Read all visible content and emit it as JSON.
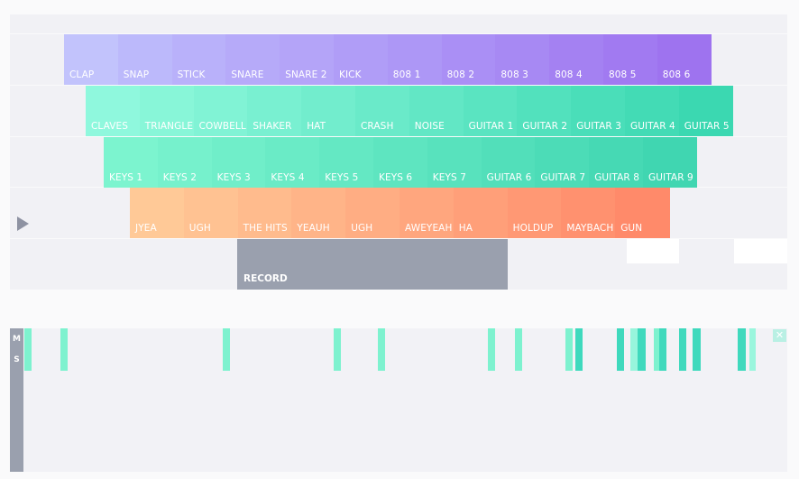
{
  "rows": [
    {
      "pads": [
        {
          "label": "CLAP",
          "color": "#c2c3fc"
        },
        {
          "label": "SNAP",
          "color": "#bcb9fb"
        },
        {
          "label": "STICK",
          "color": "#b9b1fa"
        },
        {
          "label": "SNARE",
          "color": "#b6aaf9"
        },
        {
          "label": "SNARE 2",
          "color": "#b4a4f8"
        },
        {
          "label": "KICK",
          "color": "#b09df7"
        },
        {
          "label": "808 1",
          "color": "#ad97f6"
        },
        {
          "label": "808 2",
          "color": "#aa8ff5"
        },
        {
          "label": "808 3",
          "color": "#a789f3"
        },
        {
          "label": "808 4",
          "color": "#a481f2"
        },
        {
          "label": "808 5",
          "color": "#a17af1"
        },
        {
          "label": "808 6",
          "color": "#9e73ef"
        }
      ]
    },
    {
      "pads": [
        {
          "label": "CLAVES",
          "color": "#8ff8dd"
        },
        {
          "label": "TRIANGLE",
          "color": "#88f6d8"
        },
        {
          "label": "COWBELL",
          "color": "#81f3d5"
        },
        {
          "label": "SHAKER",
          "color": "#79f0d1"
        },
        {
          "label": "HAT",
          "color": "#72edcd"
        },
        {
          "label": "CRASH",
          "color": "#6aeac9"
        },
        {
          "label": "NOISE",
          "color": "#62e7c5"
        },
        {
          "label": "GUITAR 1",
          "color": "#5ae4c1"
        },
        {
          "label": "GUITAR 2",
          "color": "#52e1bd"
        },
        {
          "label": "GUITAR 3",
          "color": "#4adeb9"
        },
        {
          "label": "GUITAR 4",
          "color": "#43dbb5"
        },
        {
          "label": "GUITAR 5",
          "color": "#3bd8b1"
        }
      ]
    },
    {
      "pads": [
        {
          "label": "KEYS 1",
          "color": "#7cf4cf"
        },
        {
          "label": "KEYS 2",
          "color": "#76f1cc"
        },
        {
          "label": "KEYS 3",
          "color": "#70eec9"
        },
        {
          "label": "KEYS 4",
          "color": "#6aebc6"
        },
        {
          "label": "KEYS 5",
          "color": "#64e8c3"
        },
        {
          "label": "KEYS 6",
          "color": "#5ee5c0"
        },
        {
          "label": "KEYS 7",
          "color": "#58e2bd"
        },
        {
          "label": "GUITAR 6",
          "color": "#52dfba"
        },
        {
          "label": "GUITAR 7",
          "color": "#4cdcb7"
        },
        {
          "label": "GUITAR 8",
          "color": "#46d9b4"
        },
        {
          "label": "GUITAR 9",
          "color": "#40d6b1"
        }
      ]
    },
    {
      "pads": [
        {
          "label": "JYEA",
          "color": "#ffc997"
        },
        {
          "label": "UGH",
          "color": "#ffc292"
        },
        {
          "label": "THE HITS",
          "color": "#ffbb8d"
        },
        {
          "label": "YEAUH",
          "color": "#ffb488"
        },
        {
          "label": "UGH",
          "color": "#ffad83"
        },
        {
          "label": "AWEYEAH",
          "color": "#ffa67e"
        },
        {
          "label": "HA",
          "color": "#ff9f79"
        },
        {
          "label": "HOLDUP",
          "color": "#ff9874"
        },
        {
          "label": "MAYBACH",
          "color": "#ff916f"
        },
        {
          "label": "GUN",
          "color": "#ff8a6a"
        }
      ]
    }
  ],
  "record": {
    "label": "RECORD",
    "color": "#9aa0ae"
  },
  "track": {
    "mute_label": "M",
    "solo_label": "S",
    "close_label": "✕",
    "notes": [
      {
        "color": "#7ef2cf"
      },
      {
        "color": "#7ef2cf"
      },
      {
        "color": "#7ef2cf"
      },
      {
        "color": "#7ef2cf"
      },
      {
        "color": "#7ef2cf"
      },
      {
        "color": "#7ef2cf"
      },
      {
        "color": "#7ef2cf"
      },
      {
        "color": "#7ef2cf"
      },
      {
        "color": "#3fd9bd"
      },
      {
        "color": "#3fd9bd"
      },
      {
        "color": "#98f5dc"
      },
      {
        "color": "#3fd9bd"
      },
      {
        "color": "#7ef2cf"
      },
      {
        "color": "#3fd9bd"
      },
      {
        "color": "#3fd9bd"
      },
      {
        "color": "#3fd9bd"
      },
      {
        "color": "#3fd9bd"
      },
      {
        "color": "#9af6dd"
      }
    ]
  },
  "icons": {
    "play": "play-icon",
    "close": "close-icon"
  }
}
